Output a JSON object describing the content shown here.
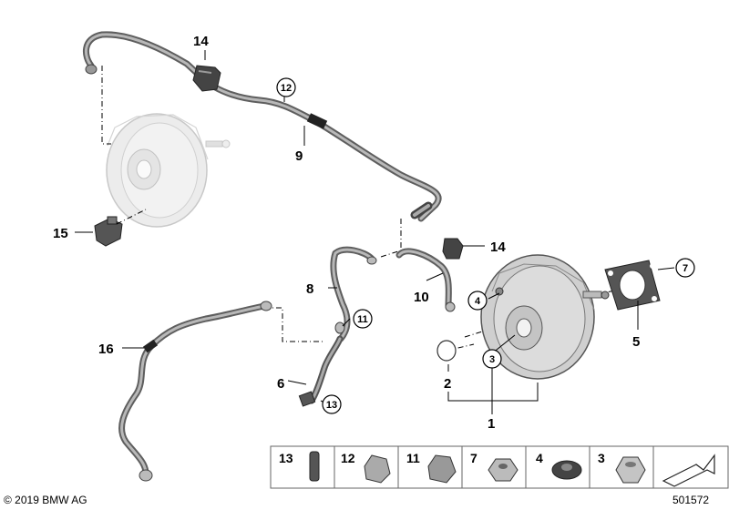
{
  "labels": {
    "l1": "1",
    "l2": "2",
    "l3": "3",
    "l4": "4",
    "l5": "5",
    "l6": "6",
    "l7": "7",
    "l8": "8",
    "l9": "9",
    "l10": "10",
    "l11": "11",
    "l12": "12",
    "l13": "13",
    "l14a": "14",
    "l14b": "14",
    "l15": "15",
    "l16": "16"
  },
  "strip": {
    "s13": "13",
    "s12": "12",
    "s11": "11",
    "s7": "7",
    "s4": "4",
    "s3": "3"
  },
  "footer": {
    "copyright": "© 2019 BMW AG",
    "doc_number": "501572"
  },
  "colors": {
    "hose": "#6e6e6e",
    "booster_ghost": "#e6e6e6",
    "booster": "#d0d0d0"
  }
}
